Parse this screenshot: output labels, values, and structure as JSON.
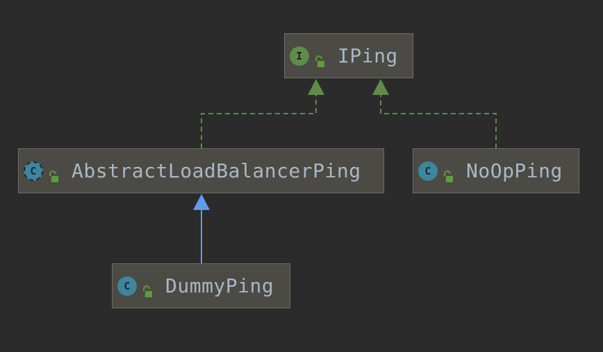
{
  "diagram": {
    "nodes": [
      {
        "id": "iping",
        "label": "IPing",
        "kind": "interface",
        "badge": "I"
      },
      {
        "id": "abstract",
        "label": "AbstractLoadBalancerPing",
        "kind": "abstract",
        "badge": "C"
      },
      {
        "id": "noop",
        "label": "NoOpPing",
        "kind": "class",
        "badge": "C"
      },
      {
        "id": "dummy",
        "label": "DummyPing",
        "kind": "class",
        "badge": "C"
      }
    ],
    "edges": [
      {
        "from": "abstract",
        "to": "iping",
        "relation": "implements"
      },
      {
        "from": "noop",
        "to": "iping",
        "relation": "implements"
      },
      {
        "from": "dummy",
        "to": "abstract",
        "relation": "extends"
      }
    ]
  },
  "colors": {
    "background": "#2b2b2b",
    "node_fill": "#4b4a44",
    "node_border": "#6e6d66",
    "text": "#a9b7c6",
    "implements_edge": "#5f8c4a",
    "extends_edge": "#5c9ded",
    "lock_icon": "#5f9c3e"
  },
  "icons": {
    "interface_badge": "interface-badge-icon",
    "class_badge": "class-badge-icon",
    "abstract_badge": "abstract-class-badge-icon",
    "visibility": "public-lock-icon"
  }
}
